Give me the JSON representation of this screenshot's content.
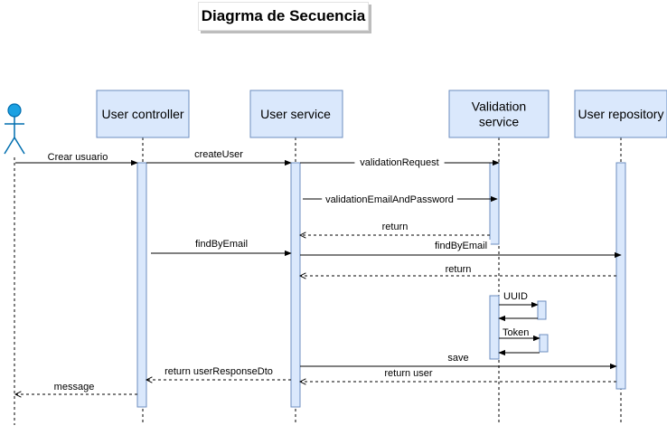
{
  "title": "Diagrma de Secuencia",
  "colors": {
    "participant_fill": "#dae8fc",
    "participant_stroke": "#6c8ebf",
    "actor_fill": "#1ba1e2",
    "actor_stroke": "#006eaf",
    "line": "#000000"
  },
  "participants": [
    {
      "id": "user-controller",
      "lines": [
        "User controller"
      ]
    },
    {
      "id": "user-service",
      "lines": [
        "User service"
      ]
    },
    {
      "id": "validation-service",
      "lines": [
        "Validation",
        "service"
      ]
    },
    {
      "id": "user-repository",
      "lines": [
        "User repository"
      ]
    }
  ],
  "messages": [
    {
      "id": "crear-usuario",
      "label": "Crear usuario",
      "type": "sync"
    },
    {
      "id": "create-user",
      "label": "createUser",
      "type": "sync"
    },
    {
      "id": "validation-request",
      "label": "validationRequest",
      "type": "sync"
    },
    {
      "id": "validation-email-password",
      "label": "validationEmailAndPassword",
      "type": "sync"
    },
    {
      "id": "return-validation",
      "label": "return",
      "type": "return"
    },
    {
      "id": "find-by-email-1",
      "label": "findByEmail",
      "type": "sync"
    },
    {
      "id": "find-by-email-2",
      "label": "findByEmail",
      "type": "sync"
    },
    {
      "id": "return-repository",
      "label": "return",
      "type": "return"
    },
    {
      "id": "uuid",
      "label": "UUID",
      "type": "sync"
    },
    {
      "id": "uuid-return",
      "label": "",
      "type": "sync"
    },
    {
      "id": "token",
      "label": "Token",
      "type": "sync"
    },
    {
      "id": "token-return",
      "label": "",
      "type": "sync"
    },
    {
      "id": "save",
      "label": "save",
      "type": "sync"
    },
    {
      "id": "return-user-response-dto",
      "label": "return userResponseDto",
      "type": "return"
    },
    {
      "id": "return-user",
      "label": "return user",
      "type": "return"
    },
    {
      "id": "message",
      "label": "message",
      "type": "return"
    }
  ]
}
